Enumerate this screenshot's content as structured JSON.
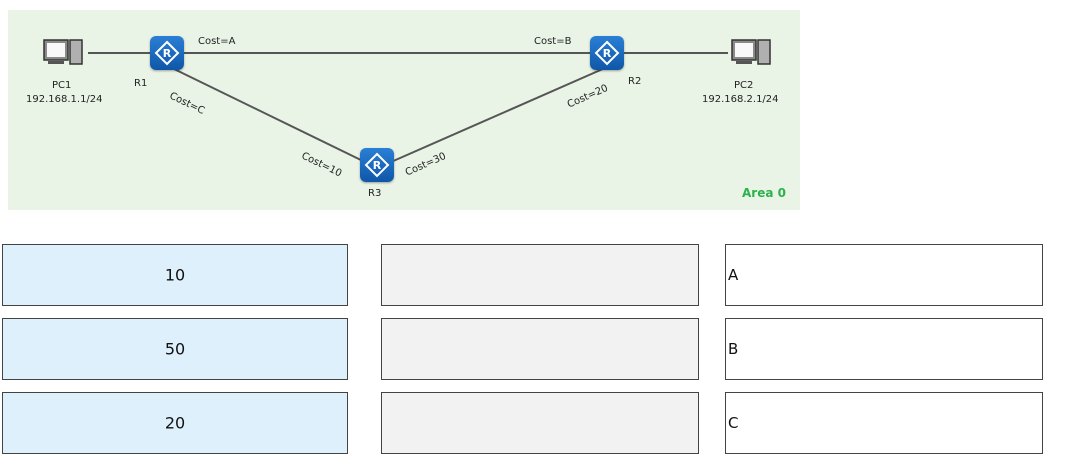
{
  "topology": {
    "area_label": "Area 0",
    "pc1": {
      "name": "PC1",
      "ip": "192.168.1.1/24",
      "icon": "computer-icon"
    },
    "pc2": {
      "name": "PC2",
      "ip": "192.168.2.1/24",
      "icon": "computer-icon"
    },
    "routers": [
      {
        "name": "R1",
        "icon": "router-icon"
      },
      {
        "name": "R2",
        "icon": "router-icon"
      },
      {
        "name": "R3",
        "icon": "router-icon"
      }
    ],
    "links": [
      {
        "from": "R1",
        "to": "R2",
        "cost_near_r1": "Cost=A",
        "cost_near_r2": "Cost=B"
      },
      {
        "from": "R1",
        "to": "R3",
        "cost_near_r1": "Cost=C",
        "cost_near_r3": "Cost=10"
      },
      {
        "from": "R2",
        "to": "R3",
        "cost_near_r2": "Cost=20",
        "cost_near_r3": "Cost=30"
      }
    ],
    "colors": {
      "area_bg": "#eaf4e6",
      "area_label": "#2bb24c",
      "router": "#1565c0"
    }
  },
  "options": [
    "10",
    "50",
    "20"
  ],
  "targets": [
    "A",
    "B",
    "C"
  ]
}
